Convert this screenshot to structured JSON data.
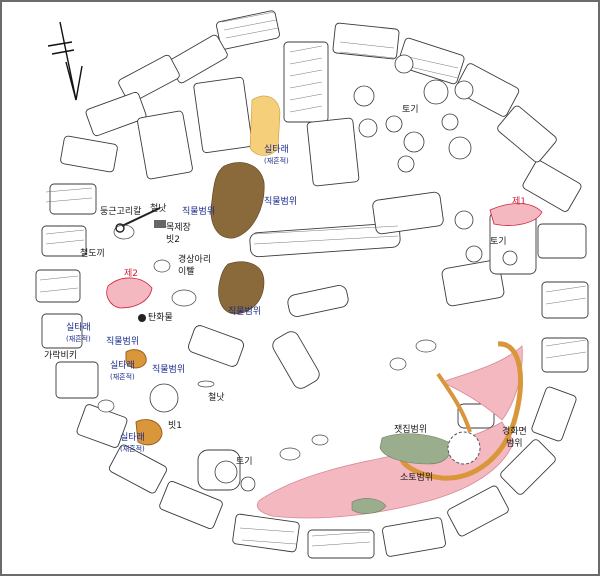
{
  "colors": {
    "stone_fill": "#ffffff",
    "stone_stroke": "#3a3a3a",
    "burnt_area": "#f4b8c0",
    "fired_clay": "#d9963a",
    "textile_area": "#8a6a3a",
    "thread_area": "#f6cf7a",
    "ash_area": "#9aae8e",
    "label_black": "#1a1a1a",
    "label_blue": "#1a2a8a",
    "label_red": "#d0203a"
  },
  "compass": {
    "icon": "north-arrow"
  },
  "labels": {
    "togi_ne": "토기",
    "silthare_top": "실타래",
    "silthare_top_sub": "(재흔적)",
    "jikmul_top": "직물범위",
    "donggeun_gorikal": "둥근고리칼",
    "cheolnat": "철낫",
    "jikmul_left": "직물범위",
    "mokjebit": "목제장",
    "bit2": "빗2",
    "cheoldogi": "철도끼",
    "gyeongsangari": "경상아리",
    "ibal": "이빨",
    "je2": "제2",
    "je1": "제1",
    "togi_e": "토기",
    "jikmul_center": "직물범위",
    "tanhwamul": "탄화물",
    "silthare_left": "실타래",
    "silthare_left_sub": "(재흔적)",
    "jikmul_lower_left": "직물범위",
    "gakkakbikal": "가락비키",
    "silthare_mid": "실타래",
    "silthare_mid_sub": "(재흔적)",
    "jikmul_mid": "직물범위",
    "cheolnat_bottom": "철낫",
    "bit1": "빗1",
    "silthare_bottom": "실타래",
    "silthare_bottom_sub": "(재흔적)",
    "togi_bottom": "토기",
    "jaetjip": "잿집범위",
    "gyeonghwa_1": "경화면",
    "gyeonghwa_2": "범위",
    "soto": "소토범위"
  }
}
